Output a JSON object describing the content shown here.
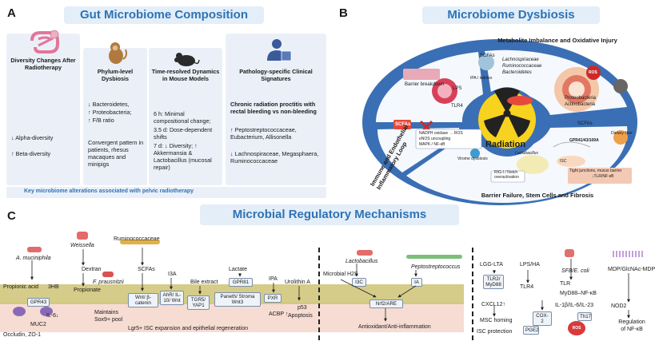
{
  "panelA": {
    "letter": "A",
    "title": "Gut Microbiome Composition",
    "columns": [
      {
        "header": "Diversity Changes After Radiotherapy",
        "lines": [
          "↓ Alpha-diversity",
          "↑ Beta-diversity"
        ]
      },
      {
        "header": "Phylum-level Dysbiosis",
        "lines": [
          "↓ Bacteroidetes,",
          "↑ Proteobacteria;",
          "↑ F/B ratio",
          "",
          "Convergent pattern in patients, rhesus macaques and minipigs"
        ]
      },
      {
        "header": "Time-resolved Dynamics in Mouse Models",
        "lines": [
          "6 h: Minimal compositional change;",
          "3.5 d: Dose-dependent shifts",
          "7 d: ↓ Diversity; ↑ Akkermansia & Lactobacillus (mucosal repair)"
        ]
      },
      {
        "header": "Pathology-specific Clinical Signatures",
        "lines": [
          "Chronic radiation proctitis with rectal bleeding vs non-bleeding",
          "↑ Peptostreptococcaceae, Eubacterium, Allisonella",
          "↓ Lachnospiraceae, Megasphaera, Ruminococcaceae"
        ]
      }
    ],
    "footer": "Key microbiome alterations associated with pelvic radiotherapy"
  },
  "panelB": {
    "letter": "B",
    "title": "Microbiome Dysbiosis",
    "center": "Radiation",
    "segments": {
      "top": "Metabolite Imbalance and Oxidative Injury",
      "left": "Immune and Endothelial Inflammatory Loop",
      "bottom": "Barrier Failure, Stem Cells and Fibrosis"
    },
    "left_items": [
      "Barrier breakdown",
      "LPS",
      "TLR4",
      "SCFAs",
      "NADPH oxidase → ROS",
      "eNOS uncoupling",
      "MAPK / NF-κB"
    ],
    "top_items": [
      "SCFAs",
      "Lachnospiraceae",
      "Ruminococcaceae",
      "Bacteroidetes",
      "IPA / indoles",
      "ROS",
      "Proteobacteria",
      "Actinobacteria"
    ],
    "bottom_items": [
      "SCFAs",
      "Dietary fiber",
      "GPR41/43/109A",
      "Tight junctions, mucus barrier",
      "↓TLR/NF-κB",
      "Lactobacillus",
      "Virome dysbiosis",
      "RIG-I / Notch overactivation",
      "ISC"
    ]
  },
  "panelC": {
    "letter": "C",
    "title": "Microbial Regulatory Mechanisms",
    "microbes": [
      "A. muciniphila",
      "Weissella",
      "F. prausnitzii",
      "Ruminococcaceae",
      "Lactobacillus",
      "Peptostreptococcus",
      "SFB/E. coli"
    ],
    "labels": {
      "propionic": "Propionic acid",
      "three_hb": "3HB",
      "gpr43": "GPR43",
      "il6": "IL-6↓",
      "muc2": "MUC2",
      "occludin": "Occludin, ZO-1",
      "dextran": "Dextran",
      "propionate": "Propionate",
      "maintains": "Maintains Sox9+ pool",
      "scfas": "SCFAs",
      "wnt": "Wnt/ β-catenin",
      "i3a": "I3A",
      "ahr": "AhR/ IL-10/ Wnt",
      "bile": "Bile extract",
      "tgr5": "TGR5/ YAP1",
      "lactate": "Lactate",
      "gpr81": "GPR81",
      "paneth": "Paneth/ Stroma Wnt3",
      "ipa": "IPA",
      "pxr": "PXR",
      "acbp": "ACBP ↑",
      "urolithin": "Urolithin A",
      "p53": "p53",
      "apoptosis": "Apoptosis",
      "lgr5": "Lgr5+ ISC expansion and epithelial regeneration",
      "h2s": "Microbial H2S",
      "i3c": "I3C",
      "ia": "IA",
      "nrf2": "Nrf2/ARE",
      "antiox": "Antioxidant/Anti-inflammation",
      "lgglta": "LGG-LTA",
      "tlr2": "TLR2/ MyD88",
      "cxcl12": "CXCL12↑",
      "msc": "MSC homing",
      "iscprot": "ISC protection",
      "lpsha": "LPS/HA",
      "tlr4": "TLR4",
      "cox2": "COX-2",
      "pge2": "PGE2",
      "tlr": "TLR",
      "myd88": "MyD88–NF-κB",
      "ils": "IL-1β/IL-6/IL-23",
      "th17": "Th17",
      "ros": "ROS",
      "mdp": "MDP/GlcNAc-MDP",
      "nod2": "NOD2",
      "regnfkb": "Regulation of NF-κB"
    }
  },
  "colors": {
    "title_text": "#2e73b5",
    "title_bg": "#e3eef8",
    "epithelium": "#e8e2b0",
    "villus": "#d4cc88",
    "lamina": "#f6dcd2",
    "ring_blue": "#3a6fb5",
    "radiation_yellow": "#f7d21e"
  }
}
